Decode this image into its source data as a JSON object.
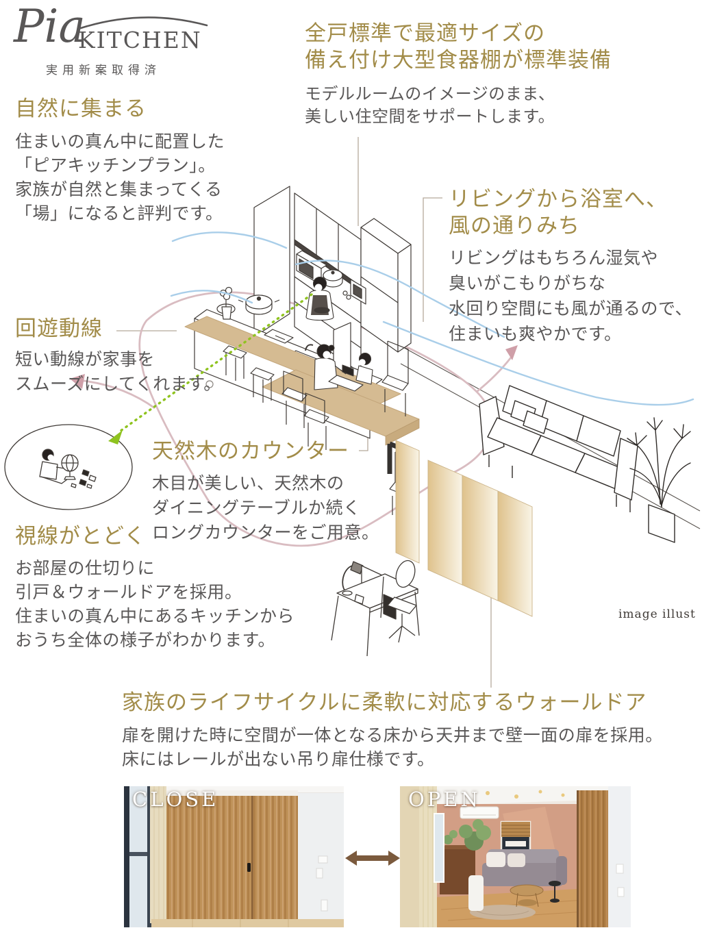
{
  "colors": {
    "gold": "#a28c49",
    "text_gray": "#595757",
    "circulation_pink": "#d9bcc1",
    "airflow_blue": "#a9cee9",
    "sightline_green": "#8fc31f",
    "counter_wood": "#d5bb92",
    "panel_gold": "#e3c893",
    "connector_line": "#b5a99b",
    "arrow_brown": "#7b5a3d"
  },
  "logo": {
    "script": "Pia",
    "name": "KITCHEN",
    "subtitle": "実用新案取得済"
  },
  "features": {
    "cupboard": {
      "heading": [
        "全戸標準で最適サイズの",
        "備え付け大型食器棚が標準装備"
      ],
      "body": [
        "モデルルームのイメージのまま、",
        "美しい住空間をサポートします。"
      ]
    },
    "gather": {
      "heading": "自然に集まる",
      "body": [
        "住まいの真ん中に配置した",
        "「ピアキッチンプラン」。",
        "家族が自然と集まってくる",
        "「場」になると評判です。"
      ]
    },
    "circulation": {
      "heading": "回遊動線",
      "body": [
        "短い動線が家事を",
        "スムーズにしてくれます。"
      ]
    },
    "airflow": {
      "heading": [
        "リビングから浴室へ、",
        "風の通りみち"
      ],
      "body": [
        "リビングはもちろん湿気や",
        "臭いがこもりがちな",
        "水回り空間にも風が通るので、",
        "住まいも爽やかです。"
      ]
    },
    "counter": {
      "heading": "天然木のカウンター",
      "body": [
        "木目が美しい、天然木の",
        "ダイニングテーブルか続く",
        "ロングカウンターをご用意。"
      ]
    },
    "sight": {
      "heading": "視線がとどく",
      "body": [
        "お部屋の仕切りに",
        "引戸＆ウォールドアを採用。",
        "住まいの真ん中にあるキッチンから",
        "おうち全体の様子がわかります。"
      ]
    },
    "walldoor": {
      "heading": "家族のライフサイクルに柔軟に対応するウォールドア",
      "body": [
        "扉を開けた時に空間が一体となる床から天井まで壁一面の扉を採用。",
        "床にはレールが出ない吊り扉仕様です。"
      ]
    }
  },
  "illustration": {
    "caption": "image illust"
  },
  "photos": {
    "close_label": "CLOSE",
    "open_label": "OPEN"
  }
}
